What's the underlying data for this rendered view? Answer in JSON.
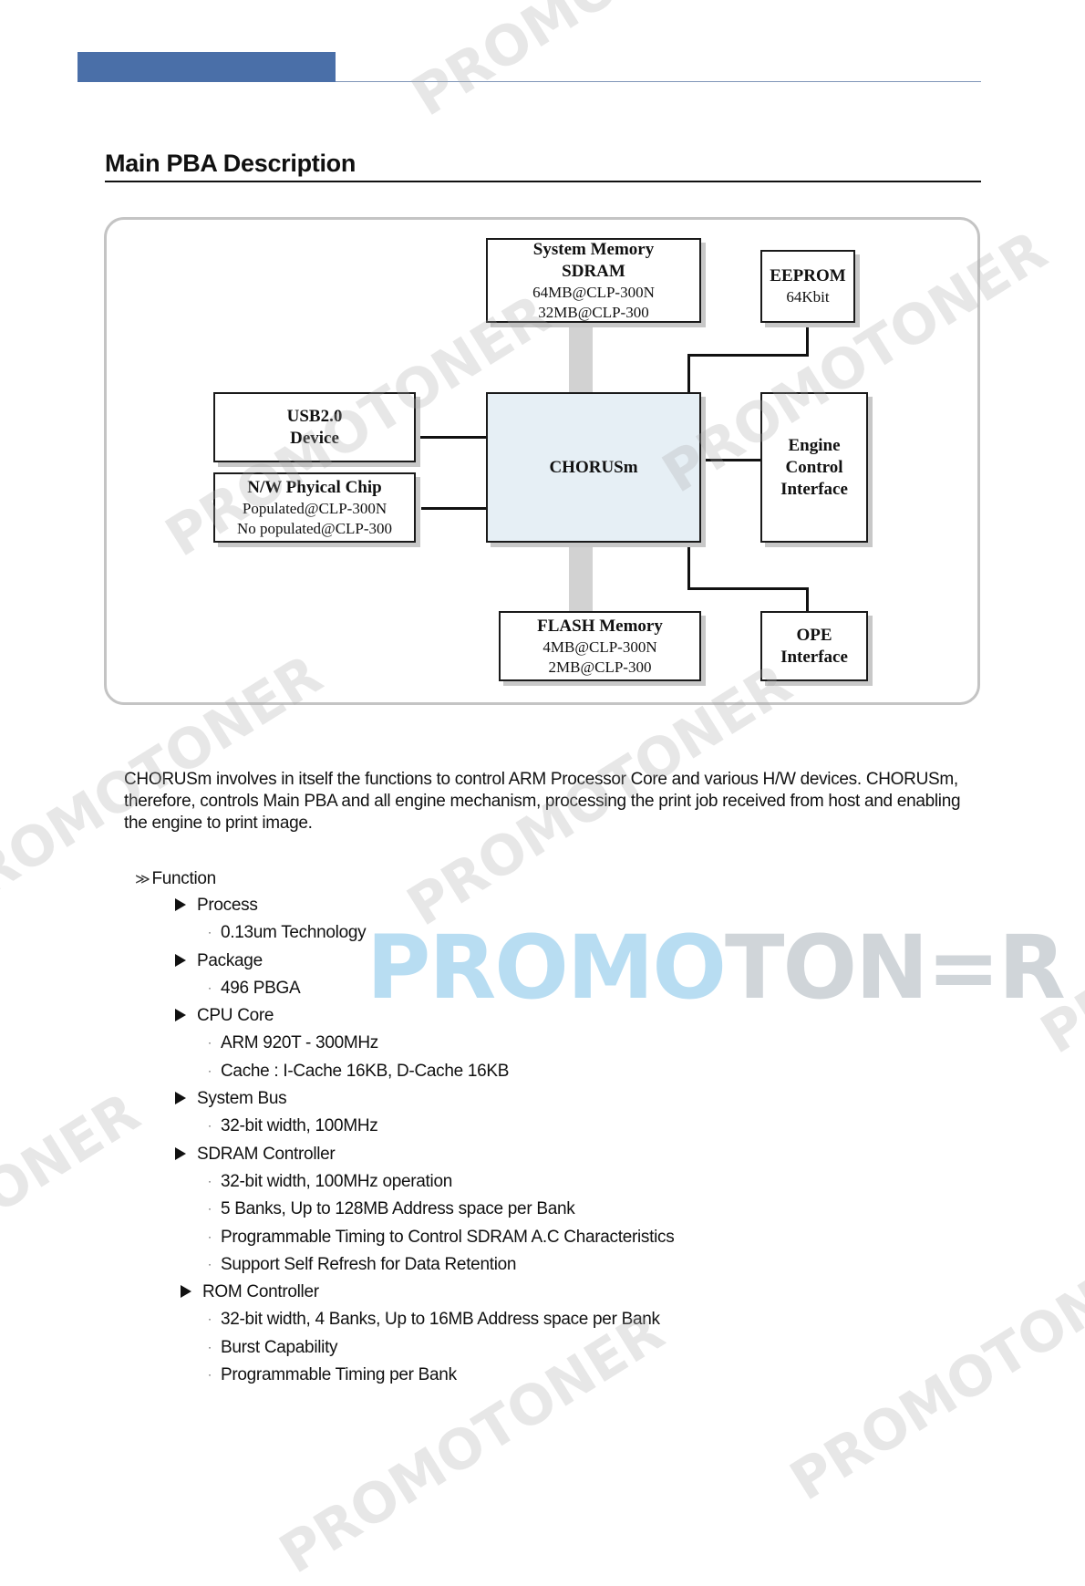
{
  "header": {
    "section_title": "Main PBA Description"
  },
  "diagram": {
    "system_memory": {
      "line1": "System Memory",
      "line2": "SDRAM",
      "line3": "64MB@CLP-300N",
      "line4": "32MB@CLP-300"
    },
    "eeprom": {
      "line1": "EEPROM",
      "line2": "64Kbit"
    },
    "usb": {
      "line1": "USB2.0",
      "line2": "Device"
    },
    "nw": {
      "line1": "N/W Phyical Chip",
      "line2": "Populated@CLP-300N",
      "line3": "No populated@CLP-300"
    },
    "core": {
      "label": "CHORUSm"
    },
    "engine": {
      "line1": "Engine",
      "line2": "Control",
      "line3": "Interface"
    },
    "flash": {
      "line1": "FLASH Memory",
      "line2": "4MB@CLP-300N",
      "line3": "2MB@CLP-300"
    },
    "ope": {
      "line1": "OPE",
      "line2": "Interface"
    }
  },
  "description": "CHORUSm involves in itself the functions to control ARM Processor Core and various H/W devices. CHORUSm, therefore, controls Main PBA and all engine mechanism, processing the print job received from host and enabling the engine to print image.",
  "function": {
    "heading": "Function",
    "chevron": "≫",
    "bullet_dot": "·",
    "groups": [
      {
        "label": "Process",
        "items": [
          "0.13um Technology"
        ]
      },
      {
        "label": "Package",
        "items": [
          "496 PBGA"
        ]
      },
      {
        "label": "CPU Core",
        "items": [
          "ARM 920T - 300MHz",
          "Cache : I-Cache 16KB, D-Cache 16KB"
        ]
      },
      {
        "label": "System Bus",
        "items": [
          "32-bit width, 100MHz"
        ]
      },
      {
        "label": "SDRAM Controller",
        "items": [
          "32-bit width, 100MHz operation",
          "5 Banks, Up to 128MB Address space per Bank",
          "Programmable Timing to Control SDRAM A.C Characteristics",
          "Support Self Refresh for Data Retention"
        ]
      },
      {
        "label": "ROM Controller",
        "items": [
          "32-bit width, 4 Banks, Up to 16MB Address space per Bank",
          "Burst Capability",
          "Programmable Timing per Bank"
        ]
      }
    ]
  },
  "watermark": {
    "text": "PROMOTONER",
    "logo_a": "PROMO",
    "logo_b": "TON",
    "logo_c": "=",
    "logo_d": "R"
  }
}
